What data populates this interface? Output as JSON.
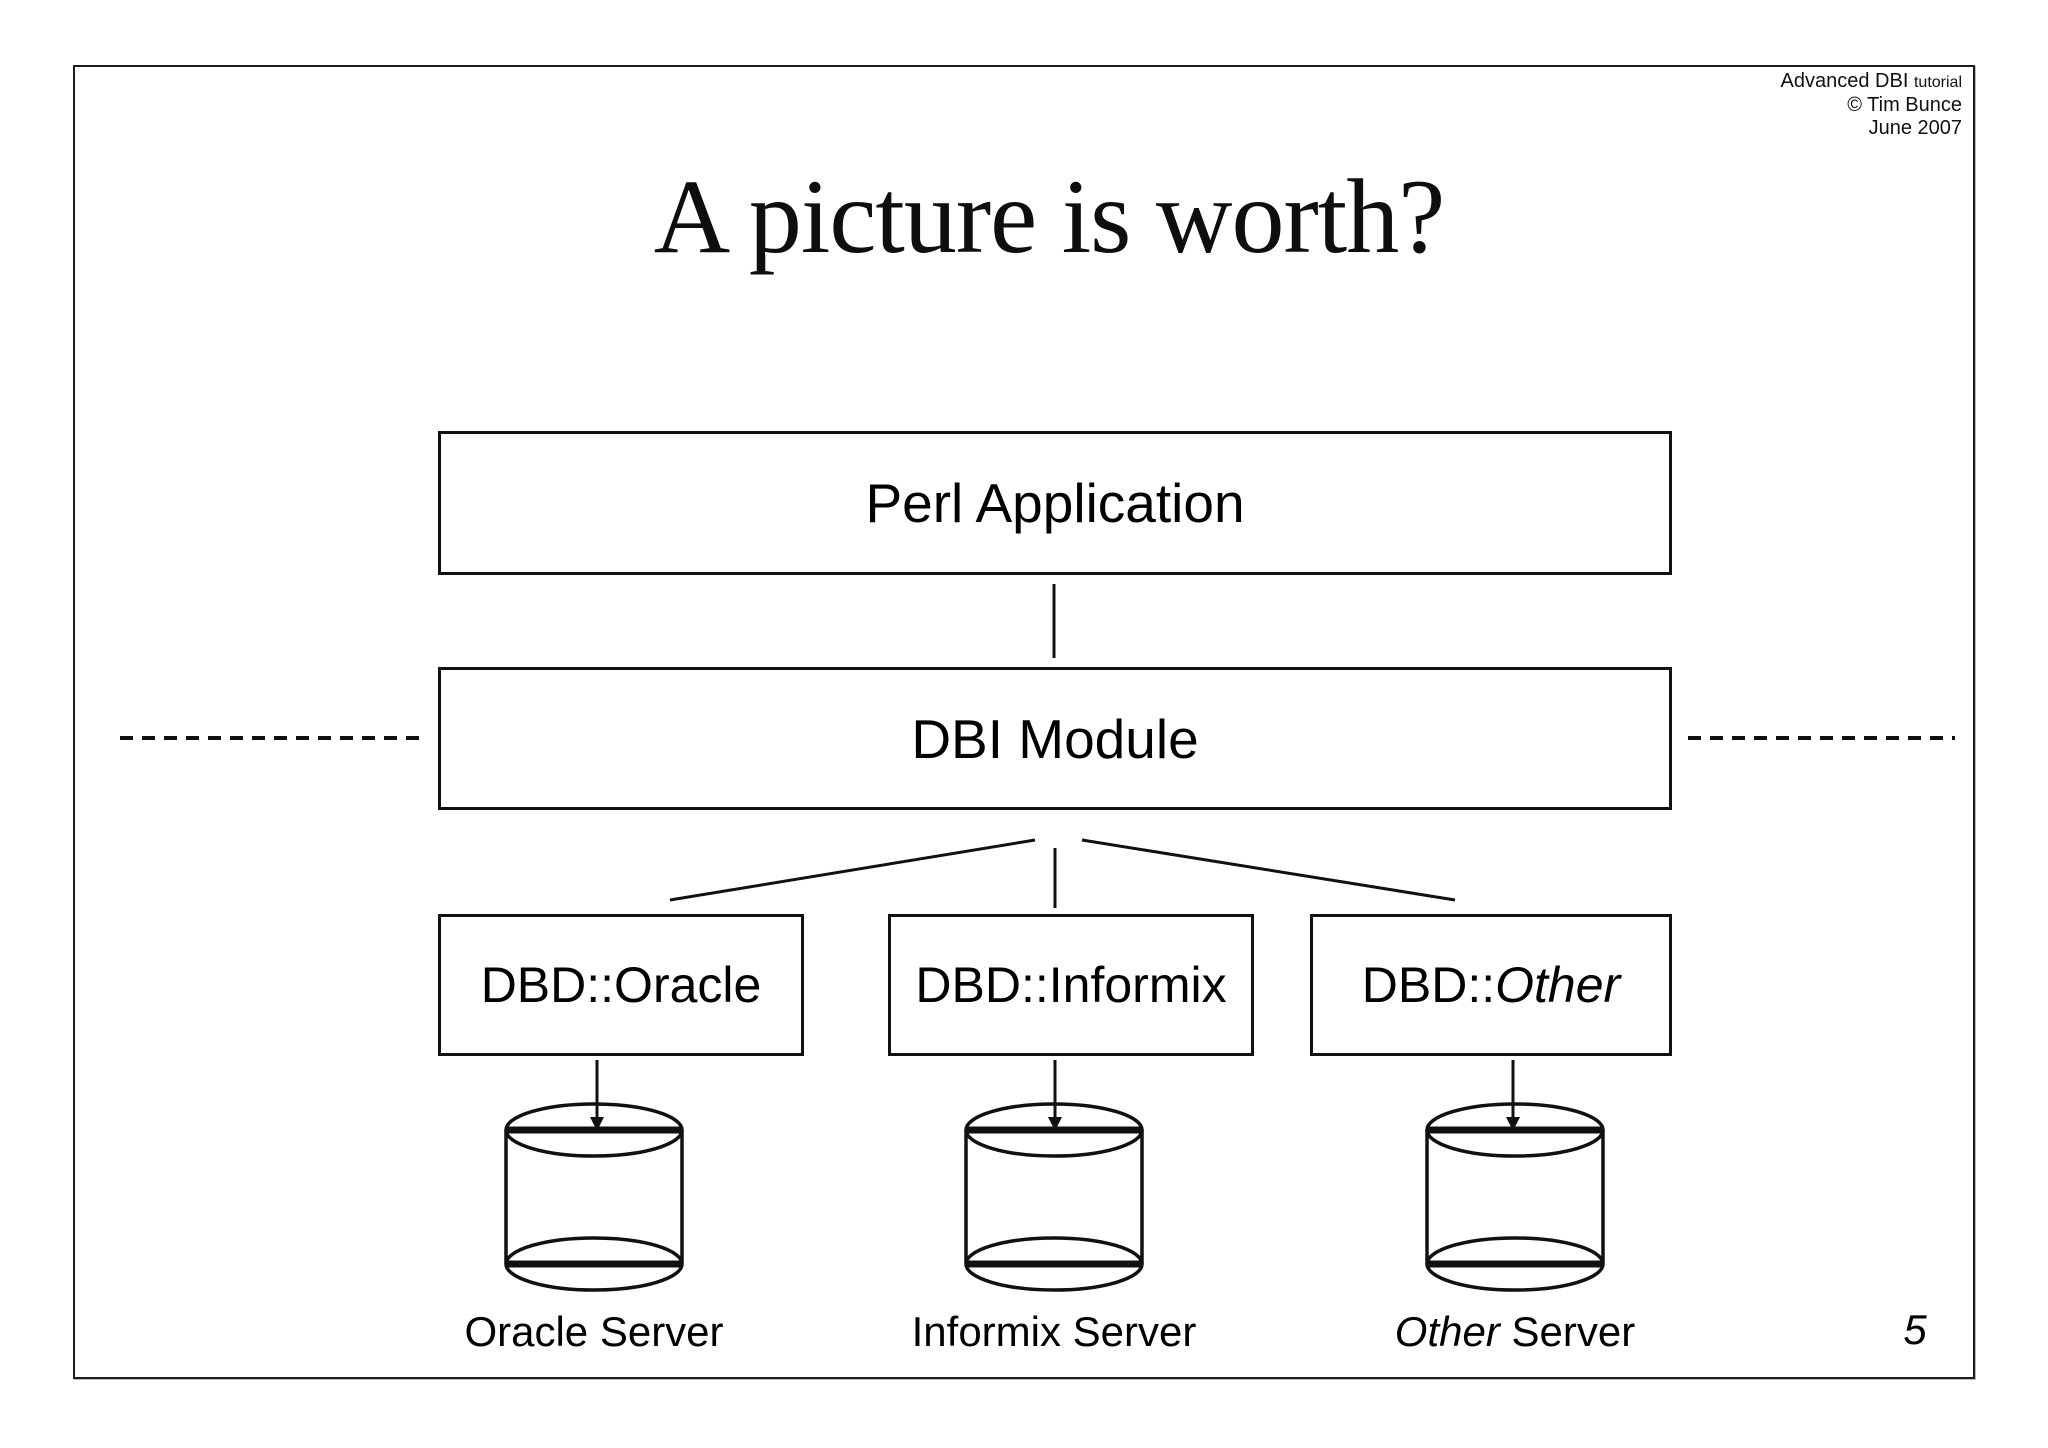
{
  "header": {
    "tutorial_name": "Advanced DBI",
    "tutorial_suffix": "tutorial",
    "copyright": "© Tim Bunce",
    "date": "June 2007"
  },
  "title": "A picture is worth?",
  "diagram": {
    "application_box": "Perl Application",
    "dbi_box": "DBI Module",
    "drivers": [
      {
        "prefix": "DBD::",
        "name": "Oracle"
      },
      {
        "prefix": "DBD::",
        "name": "Informix"
      },
      {
        "prefix": "DBD::",
        "name": "Other",
        "emphasis": true
      }
    ],
    "servers": [
      {
        "name": "Oracle",
        "suffix": " Server",
        "icon": "database-cylinder-icon"
      },
      {
        "name": "Informix",
        "suffix": " Server",
        "icon": "database-cylinder-icon"
      },
      {
        "name": "Other",
        "suffix": " Server",
        "emphasis": true,
        "icon": "database-cylinder-icon"
      }
    ],
    "line_color": "#111111"
  },
  "footer": {
    "page_number": "5"
  }
}
